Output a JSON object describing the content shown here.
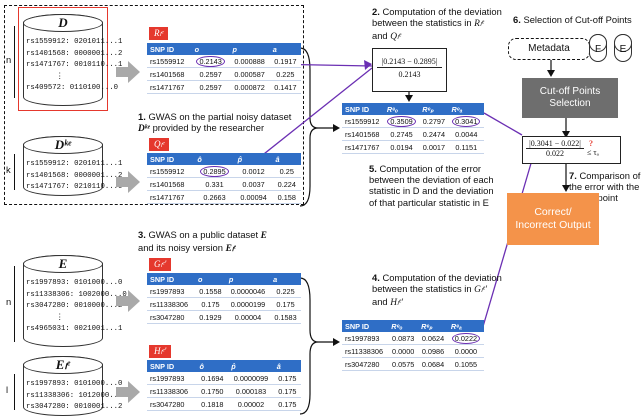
{
  "db_D": {
    "title": "D",
    "rows": [
      "rs1559912: 0201011...1",
      "rs1401568: 0000001...2",
      "rs1471767: 0010110...1",
      "⋮",
      "rs409572: 0110100...0"
    ]
  },
  "db_Dk": {
    "title": "Dᵏᵉ",
    "rows": [
      "rs1559912: 0201011...1",
      "rs1401568: 0000001...2",
      "rs1471767: 0210110...0"
    ]
  },
  "db_E": {
    "title": "E",
    "rows": [
      "rs1997893: 0101000...0",
      "rs11338306: 1002000...0",
      "rs3047280: 0010000...2",
      "⋮",
      "rs4965031: 0021001...1"
    ]
  },
  "db_El": {
    "title": "Eₗᵉ",
    "rows": [
      "rs1997893: 0101000...0",
      "rs11338306: 1012000...1",
      "rs3047280: 0010001...2"
    ]
  },
  "dims": {
    "n1": "n",
    "k": "k",
    "n2": "n",
    "l": "l"
  },
  "tag_R": "Rₗᵉ",
  "tag_Q": "Qₗᵉ",
  "tag_G": "Gₗᵉ'",
  "tag_H": "Hₗᵉ'",
  "table_R": {
    "headers": [
      "SNP ID",
      "o",
      "p",
      "a"
    ],
    "rows": [
      [
        "rs1559912",
        "0.2143",
        "0.000888",
        "0.1917"
      ],
      [
        "rs1401568",
        "0.2597",
        "0.000587",
        "0.225"
      ],
      [
        "rs1471767",
        "0.2597",
        "0.000872",
        "0.1417"
      ]
    ]
  },
  "table_Q": {
    "headers": [
      "SNP ID",
      "ô",
      "p̂",
      "â"
    ],
    "rows": [
      [
        "rs1559912",
        "0.2895",
        "0.0012",
        "0.25"
      ],
      [
        "rs1401568",
        "0.331",
        "0.0037",
        "0.224"
      ],
      [
        "rs1471767",
        "0.2663",
        "0.00094",
        "0.158"
      ]
    ]
  },
  "table_G": {
    "headers": [
      "SNP ID",
      "o",
      "p",
      "a"
    ],
    "rows": [
      [
        "rs1997893",
        "0.1558",
        "0.0000046",
        "0.225"
      ],
      [
        "rs11338306",
        "0.175",
        "0.0000199",
        "0.175"
      ],
      [
        "rs3047280",
        "0.1929",
        "0.00004",
        "0.1583"
      ]
    ]
  },
  "table_H": {
    "headers": [
      "SNP ID",
      "ô",
      "p̂",
      "â"
    ],
    "rows": [
      [
        "rs1997893",
        "0.1694",
        "0.0000099",
        "0.175"
      ],
      [
        "rs11338306",
        "0.1750",
        "0.000183",
        "0.175"
      ],
      [
        "rs3047280",
        "0.1818",
        "0.00002",
        "0.175"
      ]
    ]
  },
  "table_RD": {
    "headers": [
      "SNP ID",
      "Rᵉₒ",
      "Rᵉₚ",
      "Rᵉₐ"
    ],
    "rows": [
      [
        "rs1559912",
        "0.3509",
        "0.2797",
        "0.3041"
      ],
      [
        "rs1401568",
        "0.2745",
        "0.2474",
        "0.0044"
      ],
      [
        "rs1471767",
        "0.0194",
        "0.0017",
        "0.1151"
      ]
    ]
  },
  "table_RE": {
    "headers": [
      "SNP ID",
      "Rᵉₒ",
      "Rᵉₚ",
      "Rᵉₐ"
    ],
    "rows": [
      [
        "rs1997893",
        "0.0873",
        "0.0624",
        "0.0222"
      ],
      [
        "rs11338306",
        "0.0000",
        "0.0986",
        "0.0000"
      ],
      [
        "rs3047280",
        "0.0575",
        "0.0684",
        "0.1055"
      ]
    ]
  },
  "step1": {
    "num": "1.",
    "text": "GWAS on the partial noisy dataset",
    "line2_pre": "",
    "line2_post": " provided by the researcher",
    "sym": "Dᵏᵉ"
  },
  "step2": {
    "num": "2.",
    "text": "Computation of the deviation between the statistics in",
    "post": "and"
  },
  "step3": {
    "num": "3.",
    "text": "GWAS on a public dataset",
    "line2": "and its noisy version"
  },
  "step4": {
    "num": "4.",
    "text": "Computation of the deviation between the statistics in",
    "post": "and"
  },
  "step5": {
    "num": "5.",
    "text": "Computation of the error between the deviation of each statistic in D and the deviation of that particular statistic in E"
  },
  "step6": {
    "num": "6.",
    "text": "Selection of Cut-off Points"
  },
  "step7": {
    "num": "7.",
    "text": "Comparison of the error with the cut-off point"
  },
  "formula_dev": {
    "num": "|0.2143 − 0.2895|",
    "den": "0.2143"
  },
  "formula_err": {
    "num": "|0.3041 − 0.022|",
    "den": "0.022",
    "cmp": "?",
    "rhs": "≤ τₐ"
  },
  "metadata_label": "Metadata",
  "cyl_F": "F",
  "cyl_E": "E",
  "cutoff_box": "Cut-off Points Selection",
  "output_box": "Correct/ Incorrect Output",
  "colors": {
    "accent_blue": "#2f6ec6",
    "tag_red": "#e5382d",
    "output_orange": "#f4934a",
    "cutoff_gray": "#6e6e6e",
    "circle_purple": "#6b2fb3"
  }
}
